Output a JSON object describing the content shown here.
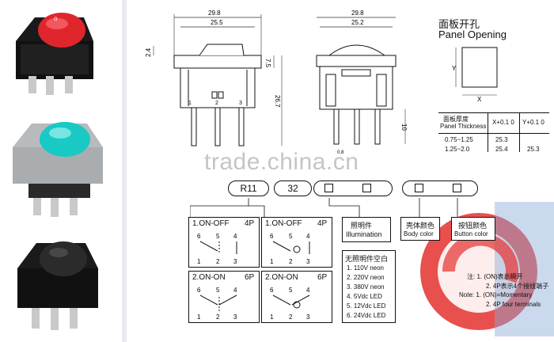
{
  "watermark": "trade.china.cn",
  "colors": {
    "red_cap": "#e0262d",
    "green_cap": "#19c9c4",
    "black_body": "#1a1a1a",
    "grey_body": "#b7bbbd",
    "logo_red": "#e4312f",
    "logo_blue": "#8aaad6"
  },
  "dims": {
    "front_width_outer": "29.8",
    "front_width_inner": "25.5",
    "side_width_outer": "29.8",
    "side_width_inner": "25.2",
    "height_small": "2.4",
    "height_body": "7.5",
    "height_total": "26.7",
    "pin_length": "10",
    "terminal_a": "1",
    "terminal_b": "2",
    "terminal_c": "3",
    "pin_width": "0.8"
  },
  "panel": {
    "title_cn": "面板开孔",
    "title_en": "Panel Opening",
    "axis_x": "X",
    "axis_y": "Y",
    "table_head_cn": "面板厚度",
    "table_head_en": "Panel Thickness",
    "col_x": "X+0.1 0",
    "col_y": "Y+0.1 0",
    "rows": [
      {
        "t": "0.75~1.25",
        "x": "25.3",
        "y": ""
      },
      {
        "t": "1.25~2.0",
        "x": "25.4",
        "y": "25.3"
      }
    ]
  },
  "code": {
    "prefix": "R11",
    "series": "32"
  },
  "options": {
    "opt1_title": "1.ON-OFF",
    "opt1_pins": "4P",
    "opt2_title": "1.ON-OFF",
    "opt2_pins": "4P",
    "opt3_title": "2.ON-ON",
    "opt3_pins": "6P",
    "opt4_title": "2.ON-ON",
    "opt4_pins": "6P",
    "t6": "6",
    "t5": "5",
    "t4": "4",
    "t1": "1",
    "t2": "2",
    "t3": "3"
  },
  "illumination": {
    "title_cn": "照明件",
    "title_en": "Illumination",
    "none_cn": "无照明件空白",
    "items": [
      "1. 110V  neon",
      "2. 220V  neon",
      "3. 380V  neon",
      "4. 5Vdc  LED",
      "5. 12Vdc  LED",
      "6. 24Vdc  LED"
    ]
  },
  "body_color": {
    "title_cn": "壳体颜色",
    "title_en": "Body color"
  },
  "button_color": {
    "title_cn": "按钮颜色",
    "title_en": "Button color"
  },
  "notes": {
    "cn1": "注: 1. (ON)表示瞬开",
    "cn2": "2. 4P表示4个接线端子",
    "en1": "Note: 1. (ON)=Momentary",
    "en2": "2. 4P four terminals"
  }
}
